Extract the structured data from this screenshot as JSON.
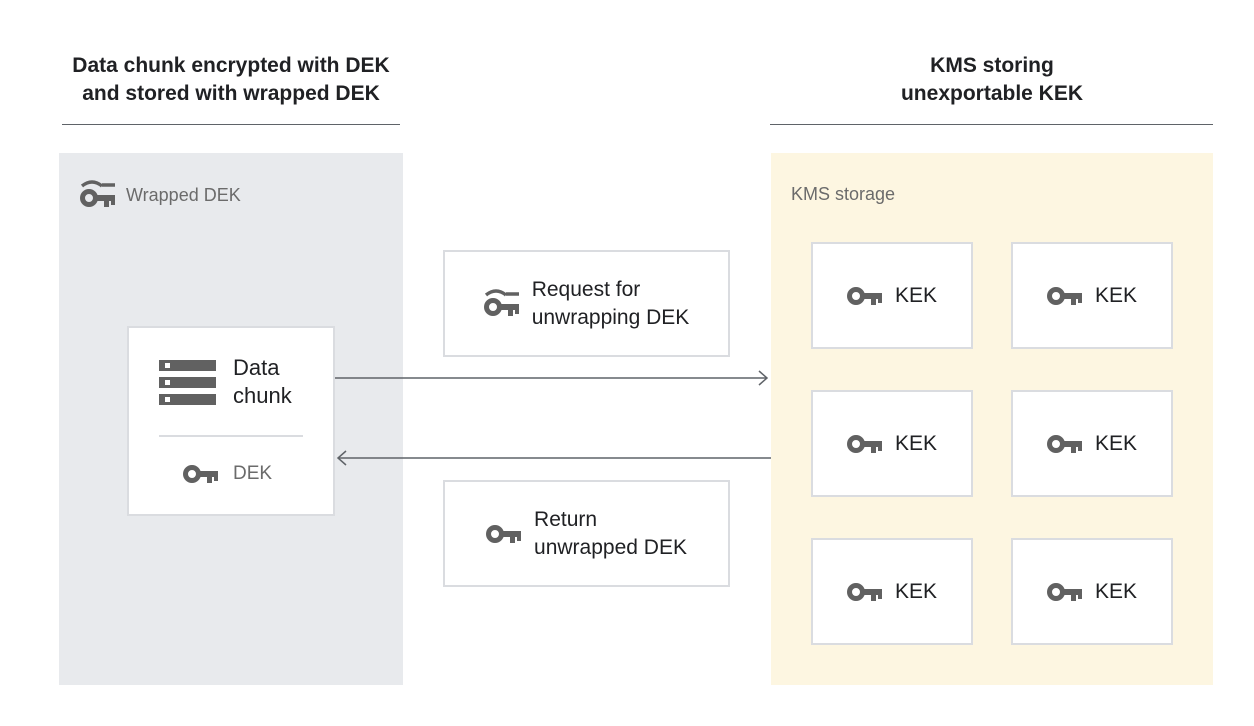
{
  "left_header": {
    "line1": "Data chunk encrypted with DEK",
    "line2": "and stored with wrapped DEK"
  },
  "right_header": {
    "line1": "KMS storing",
    "line2": "unexportable KEK"
  },
  "left_panel": {
    "label": "Wrapped DEK",
    "icon": "wrapped-key-icon"
  },
  "data_chunk": {
    "line1": "Data",
    "line2": "chunk",
    "icon": "server-icon",
    "key_label": "DEK",
    "key_icon": "key-icon"
  },
  "request": {
    "line1": "Request for",
    "line2": "unwrapping DEK",
    "icon": "wrapped-key-icon"
  },
  "return": {
    "line1": "Return",
    "line2": "unwrapped DEK",
    "icon": "key-icon"
  },
  "right_panel": {
    "label": "KMS storage"
  },
  "keks": [
    "KEK",
    "KEK",
    "KEK",
    "KEK",
    "KEK",
    "KEK"
  ],
  "colors": {
    "left_panel": "#e8eaed",
    "right_panel": "#fdf6e1",
    "icon": "#5f6368"
  }
}
